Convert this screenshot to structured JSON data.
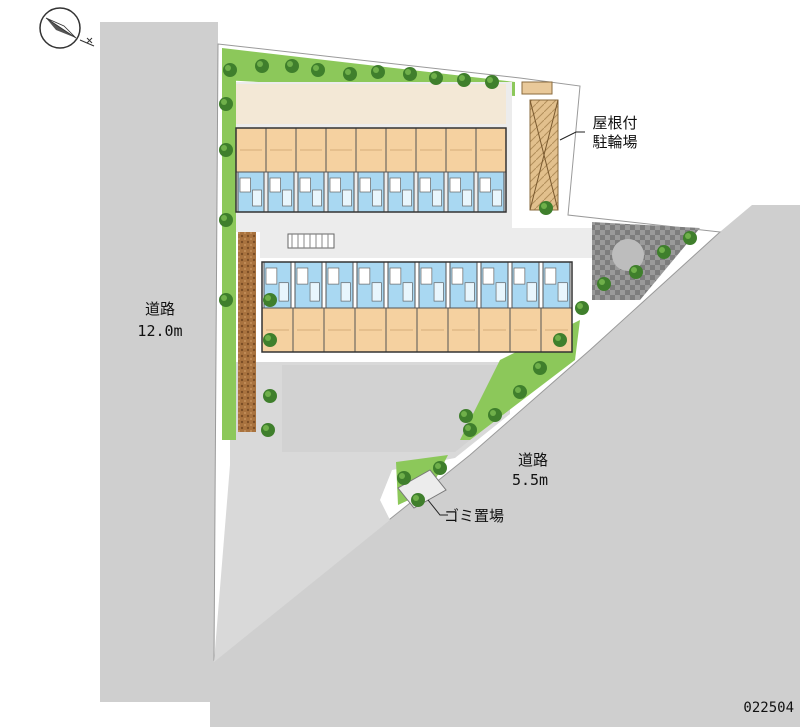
{
  "roads": [
    {
      "name": "道路",
      "width": "12.0m"
    },
    {
      "name": "道路",
      "width": "5.5m"
    }
  ],
  "labels": {
    "bicycle_parking_line1": "屋根付",
    "bicycle_parking_line2": "駐輪場",
    "garbage": "ゴミ置場"
  },
  "code": "022504",
  "colors": {
    "road": "#cfcfcf",
    "parking_lot": "#d9d9d9",
    "greenery": "#8cc85a",
    "tree": "#3f7f2c",
    "unit_room": "#f5d1a0",
    "unit_wet_area": "#a9d8f2",
    "path": "#ececec",
    "hedge": "#a06a38",
    "paving": "#8a8a8a"
  },
  "building_a_units": 9,
  "building_b_units": 10
}
